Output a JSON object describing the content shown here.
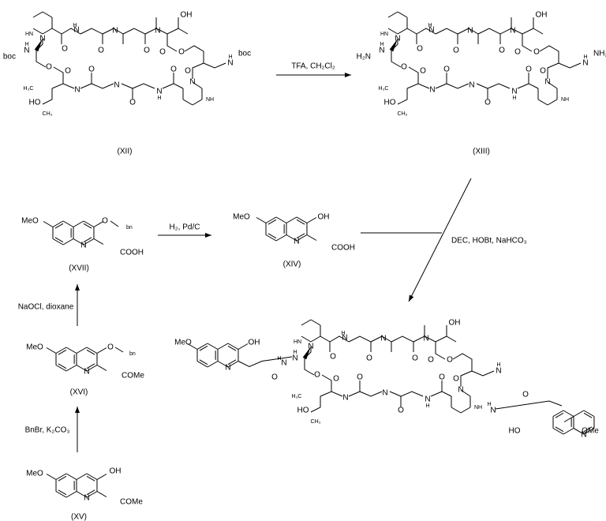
{
  "compounds": {
    "XII": {
      "label": "(XII)"
    },
    "XIII": {
      "label": "(XIII)"
    },
    "XIV": {
      "label": "(XIV)"
    },
    "XV": {
      "label": "(XV)"
    },
    "XVI": {
      "label": "(XVI)"
    },
    "XVII": {
      "label": "(XVII)"
    }
  },
  "reagents": {
    "step1": "TFA, CH₂Cl₂",
    "step2": "H₂, Pd/C",
    "step3": "DEC, HOBt, NaHCO₃",
    "step4": "NaOCl, dioxane",
    "step5": "BnBr, K₂CO₃"
  },
  "atoms": {
    "boc": "boc",
    "bn": "bn",
    "OH": "OH",
    "HO": "HO",
    "NH": "NH",
    "HN": "HN",
    "N": "N",
    "H": "H",
    "O": "O",
    "NH2": "NH₂",
    "H2N": "H₂N",
    "MeO": "MeO",
    "OMe": "OMe",
    "COOH": "COOH",
    "COMe": "COMe",
    "CH3": "CH₃",
    "H3C": "H₃C"
  }
}
